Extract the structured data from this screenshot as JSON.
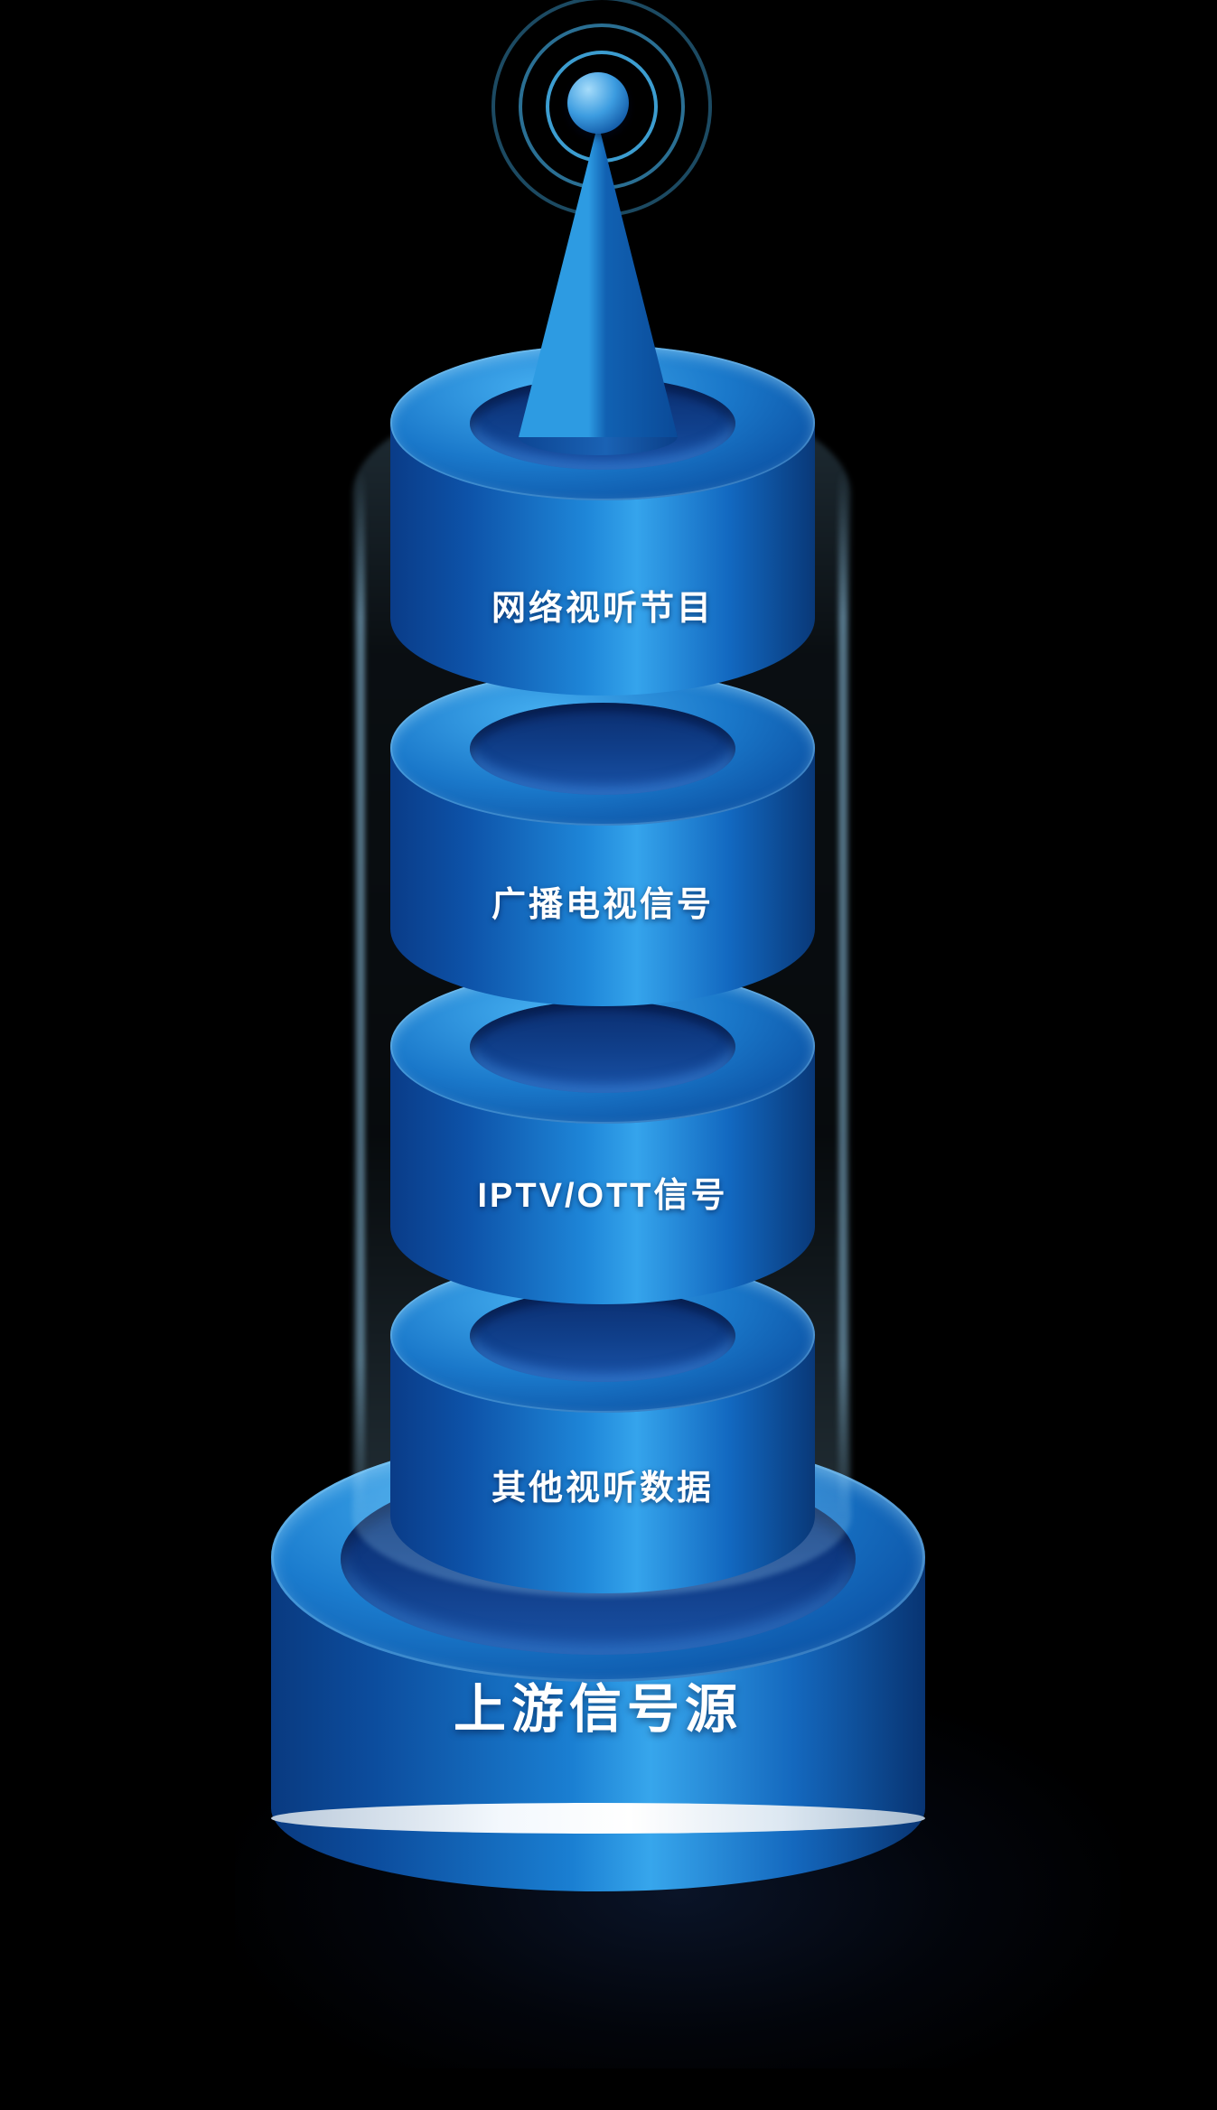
{
  "diagram": {
    "layers": [
      {
        "label": "网络视听节目"
      },
      {
        "label": "广播电视信号"
      },
      {
        "label": "IPTV/OTT信号"
      },
      {
        "label": "其他视听数据"
      }
    ],
    "base": {
      "label": "上游信号源"
    },
    "icons": {
      "antenna": "antenna-icon",
      "signal_waves": "signal-waves-icon"
    },
    "palette": {
      "background": "#000000",
      "cylinder_bright": "#35a4ec",
      "cylinder_mid": "#1e86d8",
      "cylinder_dark": "#0a3c88",
      "recess_navy": "#0b2d6e",
      "glow": "#96d7ff",
      "stripe_white": "#ffffff",
      "text": "#ffffff"
    }
  }
}
